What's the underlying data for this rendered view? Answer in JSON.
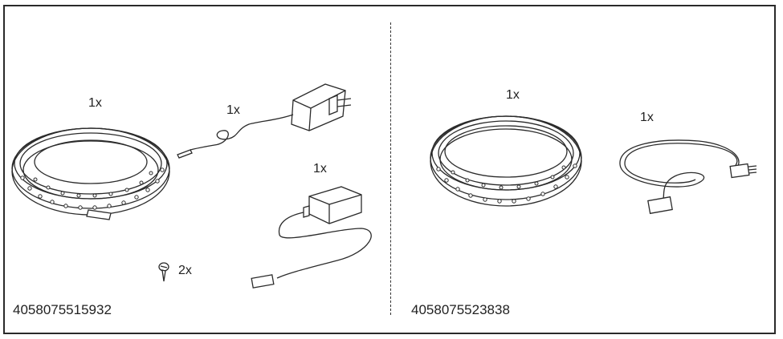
{
  "left_kit": {
    "led_strip_qty": "1x",
    "adapter_qty": "1x",
    "controller_qty": "1x",
    "screws_qty": "2x",
    "article_number": "4058075515932"
  },
  "right_kit": {
    "led_strip_qty": "1x",
    "cable_qty": "1x",
    "article_number": "4058075523838"
  }
}
